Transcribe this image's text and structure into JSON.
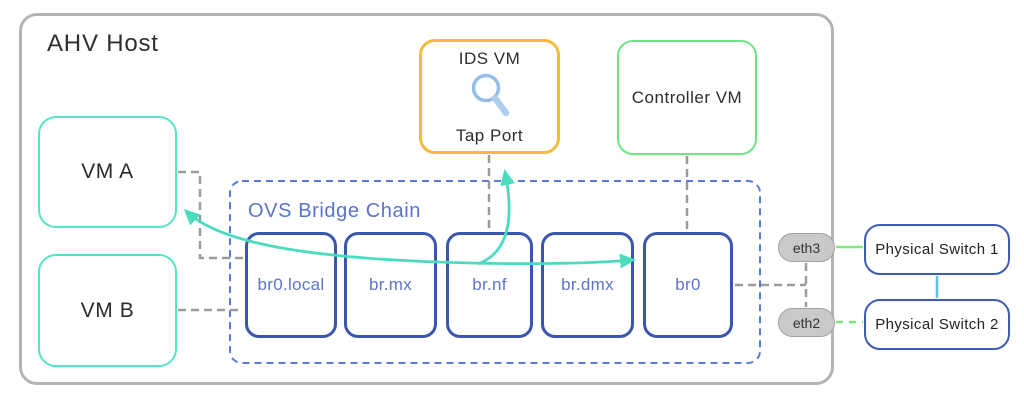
{
  "host": {
    "title": "AHV Host"
  },
  "vms": [
    {
      "label": "VM A"
    },
    {
      "label": "VM B"
    }
  ],
  "ids_vm": {
    "title": "IDS VM",
    "port_label": "Tap Port",
    "icon": "magnifier-icon"
  },
  "controller_vm": {
    "label": "Controller VM"
  },
  "ovs_bridge_chain": {
    "title": "OVS Bridge Chain",
    "bridges": [
      "br0.local",
      "br.mx",
      "br.nf",
      "br.dmx",
      "br0"
    ]
  },
  "uplinks": [
    {
      "label": "eth3"
    },
    {
      "label": "eth2"
    }
  ],
  "physical_switches": [
    {
      "label": "Physical Switch 1"
    },
    {
      "label": "Physical Switch 2"
    }
  ],
  "colors": {
    "vm_border_teal": "#55e5c5",
    "arrow_teal": "#4bdcc0",
    "ids_border_orange": "#f6ba3e",
    "controller_border_green": "#70e388",
    "bridge_border_blue": "#3a56ad",
    "bridge_text_blue": "#5b74c9",
    "ovs_dashed_blue": "#5b7ad9",
    "switch_border_blue": "#3f5cb5",
    "switch_link_cyan": "#57c3f2",
    "uplink_green": "#7de87d",
    "connector_gray": "#9b9b9b",
    "host_border_gray": "#b4b4b4",
    "nic_fill_gray": "#c9c9c9",
    "magnifier_blue": "#93bfe6"
  }
}
